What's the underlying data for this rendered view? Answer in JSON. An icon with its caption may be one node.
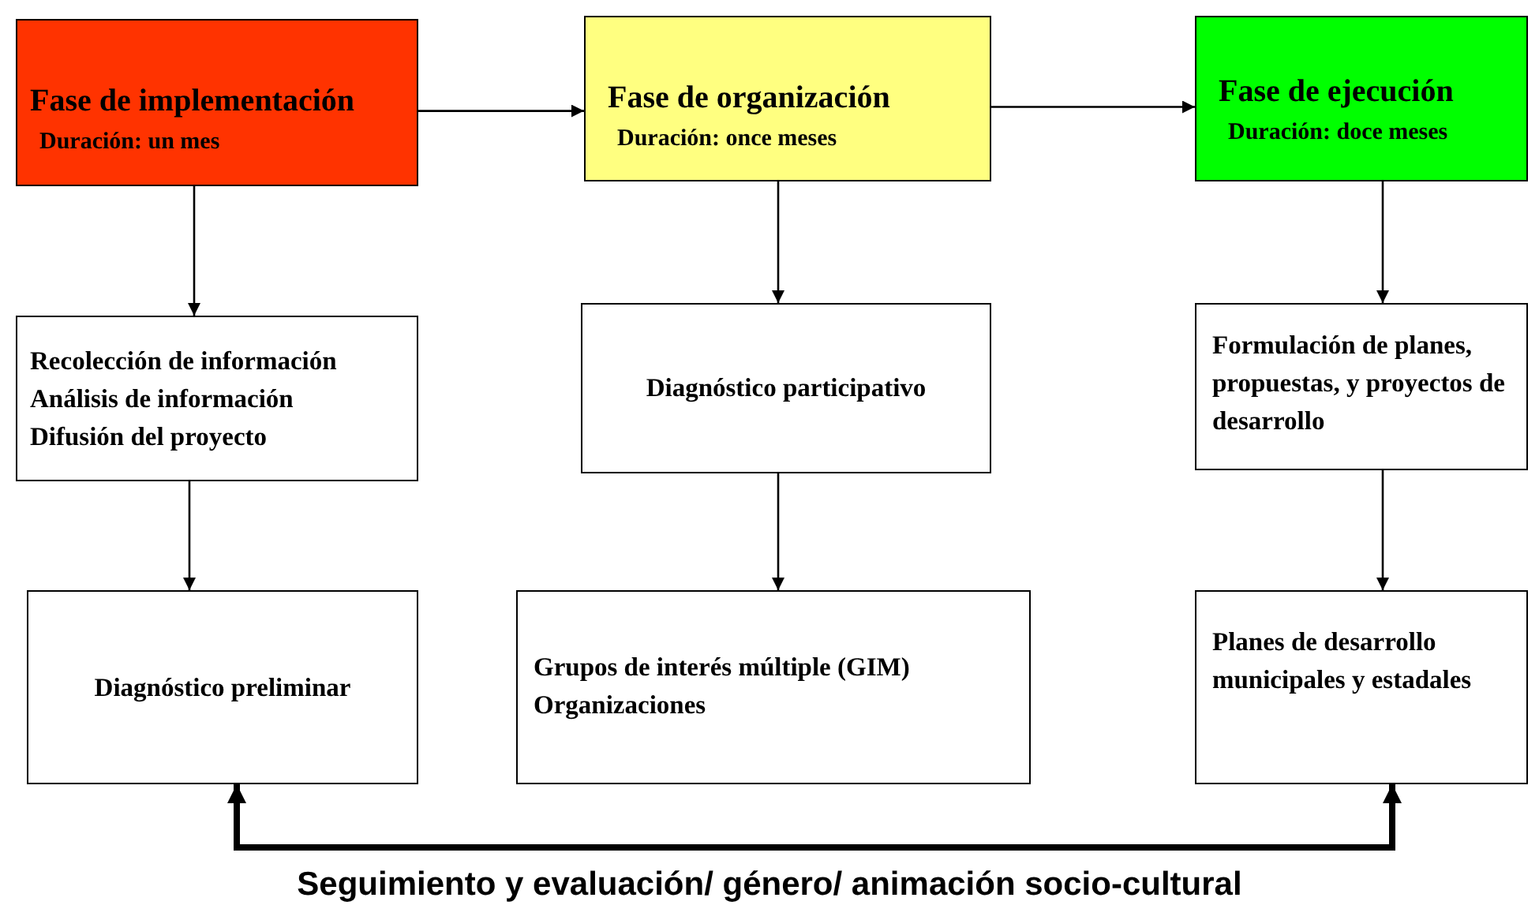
{
  "diagram": {
    "nodes": [
      {
        "text": [
          "Fase de implementación",
          "Duración: un mes"
        ]
      },
      {
        "text": [
          "Fase de organización",
          "Duración: once  meses"
        ]
      },
      {
        "text": [
          "Fase de ejecución",
          "Duración: doce meses"
        ]
      },
      {
        "text": [
          "Recolección de información",
          "Análisis de información",
          "Difusión del proyecto"
        ]
      },
      {
        "text": [
          "Diagnóstico participativo"
        ]
      },
      {
        "text": [
          "Formulación de planes, propuestas, y proyectos de desarrollo"
        ]
      },
      {
        "text": [
          "Diagnóstico preliminar"
        ]
      },
      {
        "text": [
          "Grupos de interés múltiple (GIM)",
          "Organizaciones"
        ]
      },
      {
        "text": [
          "Planes de desarrollo municipales y estadales"
        ]
      }
    ],
    "edges": [
      {
        "from": 0,
        "to": 1,
        "arrow": "to"
      },
      {
        "from": 1,
        "to": 2,
        "arrow": "to"
      },
      {
        "from": 0,
        "to": 3,
        "arrow": "to"
      },
      {
        "from": 3,
        "to": 6,
        "arrow": "to"
      },
      {
        "from": 1,
        "to": 4,
        "arrow": "to"
      },
      {
        "from": 4,
        "to": 7,
        "arrow": "to"
      },
      {
        "from": 2,
        "to": 5,
        "arrow": "to"
      },
      {
        "from": 5,
        "to": 8,
        "arrow": "to"
      },
      {
        "from": 6,
        "to": 8,
        "arrow": "both",
        "style": "thick"
      }
    ],
    "labels": [
      "Seguimiento y evaluación/ género/ animación socio-cultural"
    ]
  }
}
